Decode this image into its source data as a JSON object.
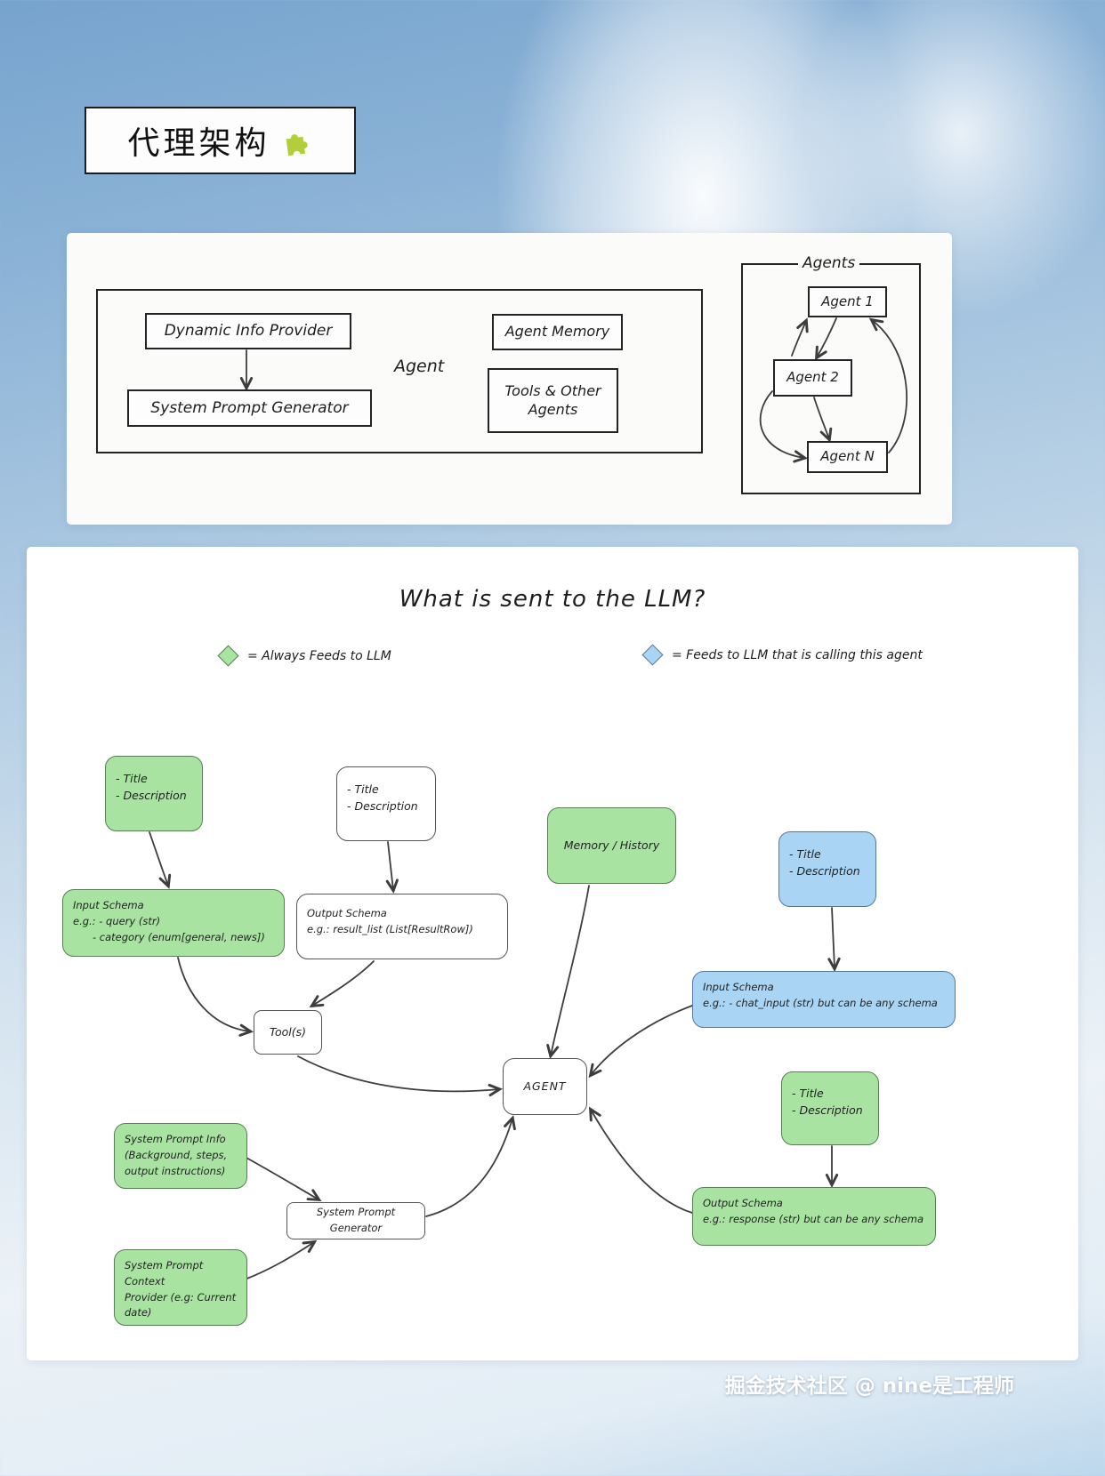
{
  "page": {
    "title": "代理架构",
    "footer_credit": "掘金技术社区 @ nine是工程师"
  },
  "colors": {
    "green": "#a8e3a2",
    "blue": "#a9d4f4",
    "accent_puzzle": "#b2cf3b"
  },
  "architecture": {
    "agent_container_label": "Agent",
    "dynamic_info_provider": "Dynamic Info Provider",
    "system_prompt_generator": "System Prompt Generator",
    "agent_memory": "Agent Memory",
    "tools_other_agents": "Tools & Other\nAgents",
    "agents_group_label": "Agents",
    "agent_1": "Agent 1",
    "agent_2": "Agent 2",
    "agent_n": "Agent N"
  },
  "llm_diagram": {
    "title": "What is sent to the LLM?",
    "legend_green": "= Always Feeds to LLM",
    "legend_blue": "= Feeds to LLM that is calling this agent",
    "nodes": {
      "title_desc_green_top": "- Title\n- Description",
      "title_desc_white": "- Title\n- Description",
      "memory_history": "Memory / History",
      "title_desc_blue": "- Title\n- Description",
      "input_schema_tool": "Input Schema\ne.g.: - query (str)\n      - category (enum[general, news])",
      "output_schema_tool": "Output Schema\ne.g.: result_list (List[ResultRow])",
      "input_schema_agent": "Input Schema\ne.g.: - chat_input (str) but can be any schema",
      "title_desc_green_bottom": "- Title\n- Description",
      "tools": "Tool(s)",
      "agent": "AGENT",
      "system_prompt_info": "System Prompt Info\n(Background, steps,\noutput instructions)",
      "system_prompt_generator": "System Prompt Generator",
      "system_prompt_context": "System Prompt Context\nProvider (e.g: Current\ndate)",
      "output_schema_agent": "Output Schema\ne.g.: response (str) but can be any schema"
    }
  }
}
